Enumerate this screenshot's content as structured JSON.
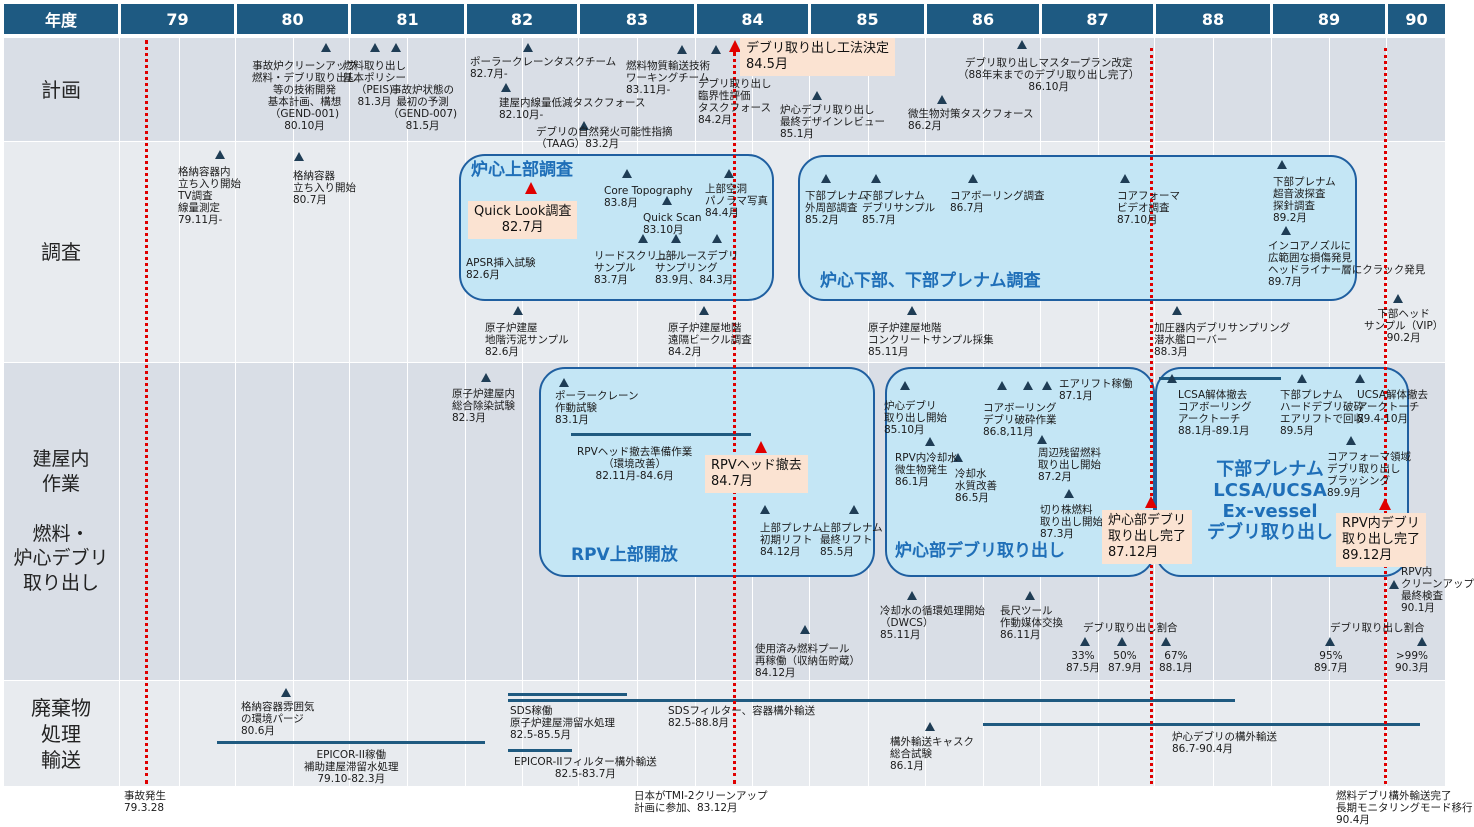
{
  "header": {
    "first": "年度",
    "years": [
      "79",
      "80",
      "81",
      "82",
      "83",
      "84",
      "85",
      "86",
      "87",
      "88",
      "89",
      "90"
    ]
  },
  "categories": [
    "計画",
    "調査",
    "建屋内\n作業\n\n燃料・\n炉心デブリ\n取り出し",
    "廃棄物\n処理\n輸送"
  ],
  "notes": {
    "n01": "事故炉クリーンアップ\n燃料・デブリ取り出し\n等の技術開発\n基本計画、構想\n（GEND-001)\n80.10月",
    "n02": "燃料取り出し\n基本ポリシー\n（PEIS)\n81.3月",
    "n03": "事故炉状態の\n最初の予測\n（GEND-007)\n81.5月",
    "n04": "ポーラークレーンタスクチーム\n82.7月-",
    "n05": "建屋内線量低減タスクフォース\n82.10月-",
    "n06": "デブリの自然発火可能性指摘\n（TAAG）83.2月",
    "n07": "燃料物質輸送技術\nワーキングチーム\n83.11月-",
    "n08": "デブリ取り出し\n臨界性評価\nタスクフォース\n84.2月",
    "n09": "炉心デブリ取り出し\n最終デザインレビュー\n85.1月",
    "n10": "デブリ取り出しマスタープラン改定\n（88年末までのデブリ取り出し完了）\n86.10月",
    "n11": "微生物対策タスクフォース\n86.2月",
    "n12": "格納容器内\n立ち入り開始\nTV調査\n線量測定\n79.11月-",
    "n13": "格納容器\n立ち入り開始\n80.7月",
    "n14": "Core Topography\n83.8月",
    "n15": "Quick Scan\n83.10月",
    "n16": "上部空洞\nパノラマ写真\n84.4月",
    "n17": "APSR挿入試験\n82.6月",
    "n18": "リードスクリュー\nサンプル\n83.7月",
    "n19": "上部ルースデブリ\nサンプリング\n83.9月、84.3月",
    "n20": "下部プレナム\n外周部調査\n85.2月",
    "n21": "下部プレナム\nデブリサンプル\n85.7月",
    "n22": "コアボーリング調査\n86.7月",
    "n23": "コアフォーマ\nビデオ調査\n87.10月",
    "n24": "下部プレナム\n超音波探査\n探針調査\n89.2月",
    "n25": "インコアノズルに\n広範囲な損傷発見\nヘッドライナー層にクラック発見\n89.7月",
    "n26": "原子炉建屋\n地階汚泥サンプル\n82.6月",
    "n27": "原子炉建屋地階\n遠隔ビークル調査\n84.2月",
    "n28": "原子炉建屋地階\nコンクリートサンプル採集\n85.11月",
    "n29": "加圧器内デブリサンプリング\n潜水艦ローバー\n88.3月",
    "n30": "下部ヘッド\nサンプル（VIP）\n90.2月",
    "n31": "原子炉建屋内\n総合除染試験\n82.3月",
    "n32": "ポーラークレーン\n作動試験\n83.1月",
    "n33": "RPVヘッド撤去準備作業\n（環境改善）\n82.11月-84.6月",
    "n34": "上部プレナム\n初期リフト\n84.12月",
    "n35": "上部プレナム\n最終リフト\n85.5月",
    "n36": "炉心デブリ\n取り出し開始\n85.10月",
    "n37": "コアボーリング\nデブリ破砕作業\n86.8,11月",
    "n38": "エアリフト稼働\n87.1月",
    "n39": "RPV内冷却水\n微生物発生\n86.1月",
    "n40": "冷却水\n水質改善\n86.5月",
    "n41": "周辺残留燃料\n取り出し開始\n87.2月",
    "n42": "切り株燃料\n取り出し開始\n87.3月",
    "n43": "LCSA解体撤去\nコアボーリング\nアークトーチ\n88.1月-89.1月",
    "n44": "下部プレナム\nハードデブリ破砕\nエアリフトで回収\n89.5月",
    "n45": "UCSA解体撤去\nアークトーチ\n89.4-10月",
    "n46": "コアフォーマ領域\nデブリ取り出し\nブラッシング\n89.9月",
    "n47": "RPV内\nクリーンアップ\n最終検査\n90.1月",
    "n48": "冷却水の循環処理開始\n（DWCS）\n85.11月",
    "n49": "長尺ツール\n作動媒体交換\n86.11月",
    "n50": "使用済み燃料プール\n再稼働（収納缶貯蔵）\n84.12月",
    "n51": "デブリ取り出し割合",
    "n52": "33%\n87.5月",
    "n53": "50%\n87.9月",
    "n54": "67%\n88.1月",
    "n55": "デブリ取り出し割合",
    "n56": "95%\n89.7月",
    "n57": ">99%\n90.3月",
    "n58": "格納容器雰囲気\nの環境パージ\n80.6月",
    "n59": "EPICOR-II稼働\n補助建屋滞留水処理\n79.10-82.3月",
    "n60": "SDS稼働\n原子炉建屋滞留水処理\n82.5-85.5月",
    "n61": "EPICOR-IIフィルター構外輸送\n82.5-83.7月",
    "n62": "SDSフィルター、容器構外輸送\n82.5-88.8月",
    "n63": "構外輸送キャスク\n総合試験\n86.1月",
    "n64": "炉心デブリの構外輸送\n86.7-90.4月",
    "n65": "事故発生\n79.3.28",
    "n66": "日本がTMI-2クリーンアップ\n計画に参加、83.12月",
    "n67": "燃料デブリ構外輸送完了\n長期モニタリングモード移行\n90.4月"
  },
  "groups": {
    "g1": "炉心上部調査",
    "g2": "炉心下部、下部プレナム調査",
    "g3": "RPV上部開放",
    "g4": "炉心部デブリ取り出し",
    "g5": "下部プレナム\nLCSA/UCSA\nEx-vessel\nデブリ取り出し"
  },
  "callouts": {
    "c1": "デブリ取り出し工法決定\n84.5月",
    "c2": "Quick Look調査\n82.7月",
    "c3": "RPVヘッド撤去\n84.7月",
    "c4": "炉心部デブリ\n取り出し完了\n87.12月",
    "c5": "RPV内デブリ\n取り出し完了\n89.12月"
  }
}
